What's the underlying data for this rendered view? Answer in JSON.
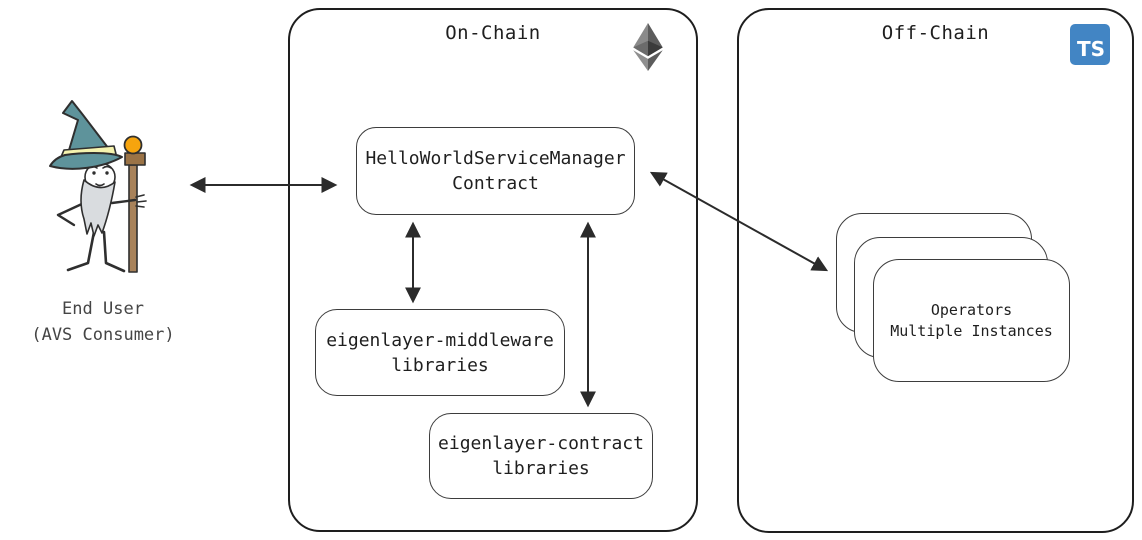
{
  "diagram": {
    "end_user": {
      "icon": "wizard-icon",
      "label_line1": "End User",
      "label_line2": "(AVS Consumer)"
    },
    "on_chain": {
      "title": "On-Chain",
      "icon": "ethereum-icon",
      "nodes": {
        "service_manager": {
          "line1": "HelloWorldServiceManager",
          "line2": "Contract"
        },
        "middleware": {
          "line1": "eigenlayer-middleware",
          "line2": "libraries"
        },
        "contracts": {
          "line1": "eigenlayer-contract",
          "line2": "libraries"
        }
      }
    },
    "off_chain": {
      "title": "Off-Chain",
      "icon": "typescript-icon",
      "ts_badge_text": "TS",
      "nodes": {
        "operators": {
          "line1": "Operators",
          "line2": "Multiple Instances"
        }
      }
    },
    "connections": [
      "end-user <-> service-manager-contract",
      "service-manager-contract <-> eigenlayer-middleware-libraries",
      "service-manager-contract <-> eigenlayer-contract-libraries",
      "service-manager-contract <-> operators"
    ],
    "colors": {
      "ts_blue": "#4285c4",
      "hat_teal": "#5e939b",
      "band_yellow": "#f5f3ae",
      "beard_gray": "#d9dcdf",
      "staff_brown": "#a8825a",
      "staff_head_brown": "#9b7346",
      "orb_orange": "#f6a40e",
      "line_dark": "#1e1e1e",
      "inner_stroke": "#3d3d3d",
      "arrow_dark": "#2b2b2b",
      "text": "#1f1f1f"
    }
  }
}
